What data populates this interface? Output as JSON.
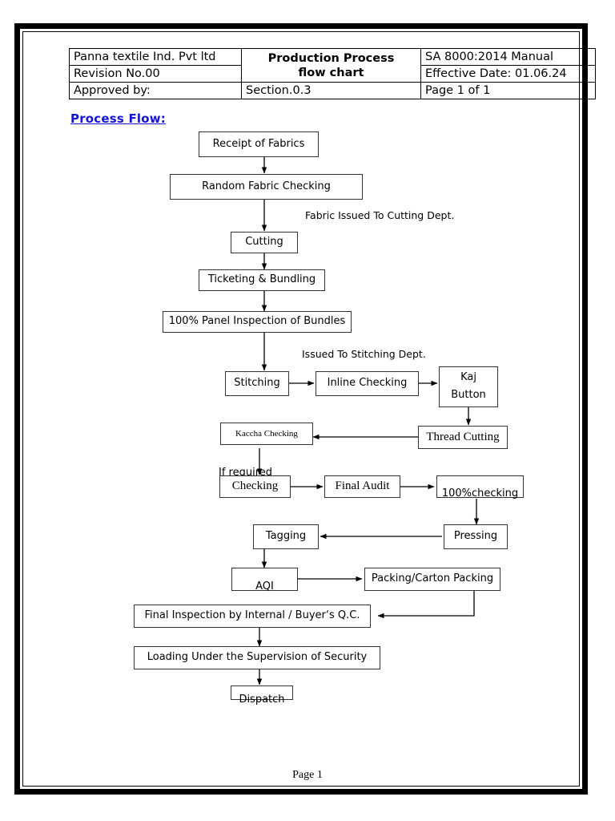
{
  "document": {
    "header_table": {
      "rows": [
        [
          "Panna textile Ind. Pvt ltd",
          "Production Process",
          "SA 8000:2014 Manual"
        ],
        [
          "Revision No.00",
          "flow chart",
          "Effective Date: 01.06.24"
        ],
        [
          "Approved by:",
          "Section.0.3",
          "Page 1 of 1"
        ]
      ],
      "company": "Panna textile Ind. Pvt ltd",
      "revision": "Revision No.00",
      "approved_by": "Approved by:",
      "title_line1": "Production Process",
      "title_line2": "flow chart",
      "section": "Section.0.3",
      "manual": "SA 8000:2014 Manual",
      "effective_date": "Effective Date: 01.06.24",
      "page_of": "Page 1 of 1"
    },
    "section_heading": "Process Flow: ",
    "footer": "Page 1",
    "colors": {
      "heading": "#1414d2",
      "box_border": "#333333",
      "connector": "#000000",
      "page_border": "#000000"
    }
  },
  "flowchart": {
    "type": "flowchart",
    "nodes": [
      {
        "id": "receipt",
        "label": "Receipt of Fabrics"
      },
      {
        "id": "random_check",
        "label": "Random Fabric Checking"
      },
      {
        "id": "cutting",
        "label": "Cutting"
      },
      {
        "id": "ticketing",
        "label": "Ticketing & Bundling"
      },
      {
        "id": "panel",
        "label": "100% Panel Inspection of Bundles"
      },
      {
        "id": "stitching",
        "label": "Stitching"
      },
      {
        "id": "inline",
        "label": "Inline Checking"
      },
      {
        "id": "kaj_l1",
        "label": "Kaj"
      },
      {
        "id": "kaj_l2",
        "label": "Button"
      },
      {
        "id": "thread",
        "label": "Thread Cutting"
      },
      {
        "id": "kaccha",
        "label": "Kaccha Checking"
      },
      {
        "id": "checking",
        "label": "Checking"
      },
      {
        "id": "final_audit",
        "label": "Final Audit"
      },
      {
        "id": "hundred_check",
        "label": "100%checking"
      },
      {
        "id": "pressing",
        "label": "Pressing"
      },
      {
        "id": "tagging",
        "label": "Tagging"
      },
      {
        "id": "aqi",
        "label": "AQI"
      },
      {
        "id": "packing",
        "label": "Packing/Carton Packing"
      },
      {
        "id": "final_insp",
        "label": "Final Inspection by Internal / Buyer‘s Q.C."
      },
      {
        "id": "loading",
        "label": "Loading Under the Supervision of Security"
      },
      {
        "id": "dispatch",
        "label": "Dispatch"
      }
    ],
    "annotations": [
      {
        "id": "annot_cutting",
        "label": "Fabric Issued To Cutting Dept."
      },
      {
        "id": "annot_stitching",
        "label": "Issued To Stitching Dept."
      },
      {
        "id": "annot_required",
        "label": "If required"
      }
    ],
    "edges": [
      {
        "from": "receipt",
        "to": "random_check"
      },
      {
        "from": "random_check",
        "to": "cutting"
      },
      {
        "from": "cutting",
        "to": "ticketing"
      },
      {
        "from": "ticketing",
        "to": "panel"
      },
      {
        "from": "panel",
        "to": "stitching"
      },
      {
        "from": "stitching",
        "to": "inline"
      },
      {
        "from": "inline",
        "to": "kaj"
      },
      {
        "from": "kaj",
        "to": "thread"
      },
      {
        "from": "thread",
        "to": "kaccha"
      },
      {
        "from": "kaccha",
        "to": "checking"
      },
      {
        "from": "checking",
        "to": "final_audit"
      },
      {
        "from": "final_audit",
        "to": "hundred_check"
      },
      {
        "from": "hundred_check",
        "to": "pressing"
      },
      {
        "from": "pressing",
        "to": "tagging"
      },
      {
        "from": "tagging",
        "to": "aqi"
      },
      {
        "from": "aqi",
        "to": "packing"
      },
      {
        "from": "packing",
        "to": "final_insp"
      },
      {
        "from": "final_insp",
        "to": "loading"
      },
      {
        "from": "loading",
        "to": "dispatch"
      }
    ]
  }
}
